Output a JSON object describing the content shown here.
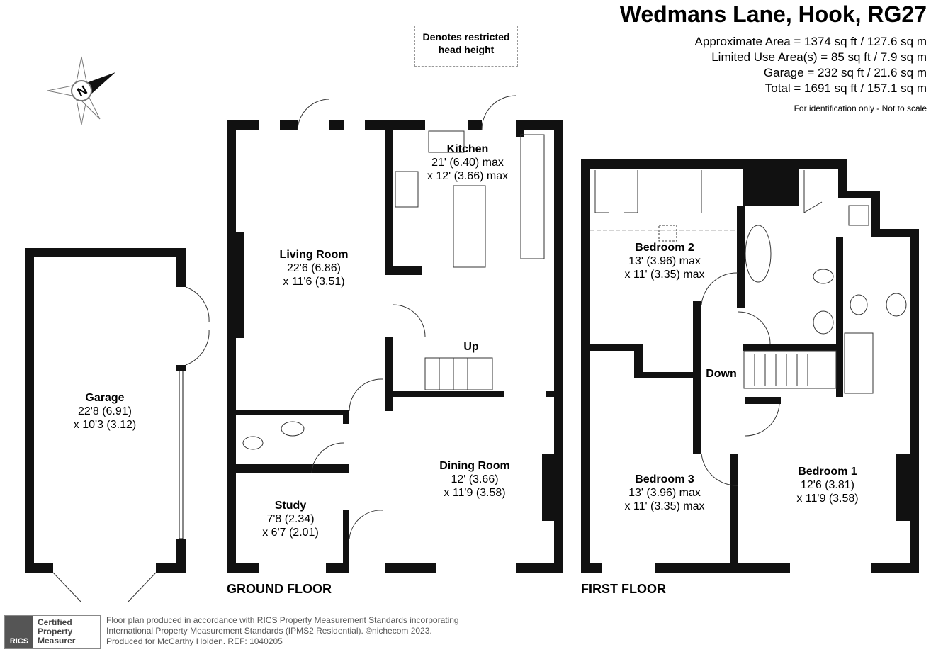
{
  "header": {
    "title": "Wedmans Lane, Hook, RG27",
    "areas": [
      "Approximate Area = 1374 sq ft / 127.6 sq m",
      "Limited Use Area(s) = 85 sq ft / 7.9 sq m",
      "Garage = 232 sq ft / 21.6 sq m",
      "Total = 1691 sq ft / 157.1 sq m"
    ],
    "note": "For identification only - Not to scale"
  },
  "legend": {
    "restricted": "Denotes restricted head height"
  },
  "compass": {
    "label": "N"
  },
  "ground_floor": {
    "name": "GROUND FLOOR",
    "rooms": [
      {
        "name": "Garage",
        "dims": [
          "22'8 (6.91)",
          "x 10'3 (3.12)"
        ]
      },
      {
        "name": "Living Room",
        "dims": [
          "22'6 (6.86)",
          "x 11'6 (3.51)"
        ]
      },
      {
        "name": "Kitchen",
        "dims": [
          "21' (6.40) max",
          "x 12' (3.66) max"
        ]
      },
      {
        "name": "Dining Room",
        "dims": [
          "12' (3.66)",
          "x 11'9 (3.58)"
        ]
      },
      {
        "name": "Study",
        "dims": [
          "7'8 (2.34)",
          "x 6'7 (2.01)"
        ]
      }
    ],
    "stairs": "Up"
  },
  "first_floor": {
    "name": "FIRST FLOOR",
    "rooms": [
      {
        "name": "Bedroom 2",
        "dims": [
          "13' (3.96) max",
          "x 11' (3.35) max"
        ]
      },
      {
        "name": "Bedroom 3",
        "dims": [
          "13' (3.96) max",
          "x 11' (3.35) max"
        ]
      },
      {
        "name": "Bedroom 1",
        "dims": [
          "12'6 (3.81)",
          "x 11'9 (3.58)"
        ]
      }
    ],
    "stairs": "Down"
  },
  "footer": {
    "badge_logo": "RICS",
    "badge_text": [
      "Certified",
      "Property",
      "Measurer"
    ],
    "lines": [
      "Floor plan produced in accordance with RICS Property Measurement Standards incorporating",
      "International Property Measurement Standards (IPMS2 Residential).   ©nichecom 2023.",
      "Produced for McCarthy Holden.   REF:  1040205"
    ]
  }
}
